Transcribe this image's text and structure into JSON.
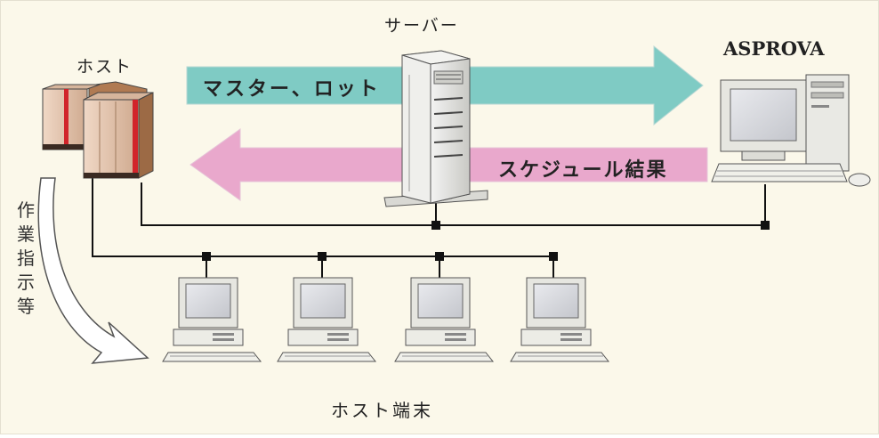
{
  "labels": {
    "server": "サーバー",
    "host": "ホスト",
    "asprova": "ASPROVA",
    "host_terminals": "ホスト端末",
    "work_instructions": "作業指示等"
  },
  "arrows": {
    "master_lot": "マスター、ロット",
    "schedule_result": "スケジュール結果"
  },
  "colors": {
    "background": "#fbf8ea",
    "arrow_master": "#7fcbc4",
    "arrow_schedule": "#e9a8cc",
    "network_line": "#111111",
    "host_red": "#d1242a"
  }
}
